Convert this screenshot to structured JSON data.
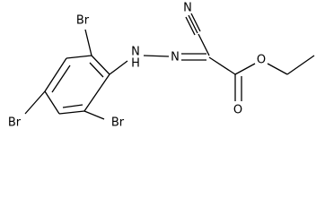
{
  "structure": {
    "atoms": {
      "cyano_n": "N",
      "hydrazone_n_upper": "N",
      "hydrazone_n_lower": "N",
      "nh_h": "H",
      "ester_o": "O",
      "carbonyl_o": "O",
      "br_top": "Br",
      "br_left": "Br",
      "br_bottom": "Br"
    }
  }
}
